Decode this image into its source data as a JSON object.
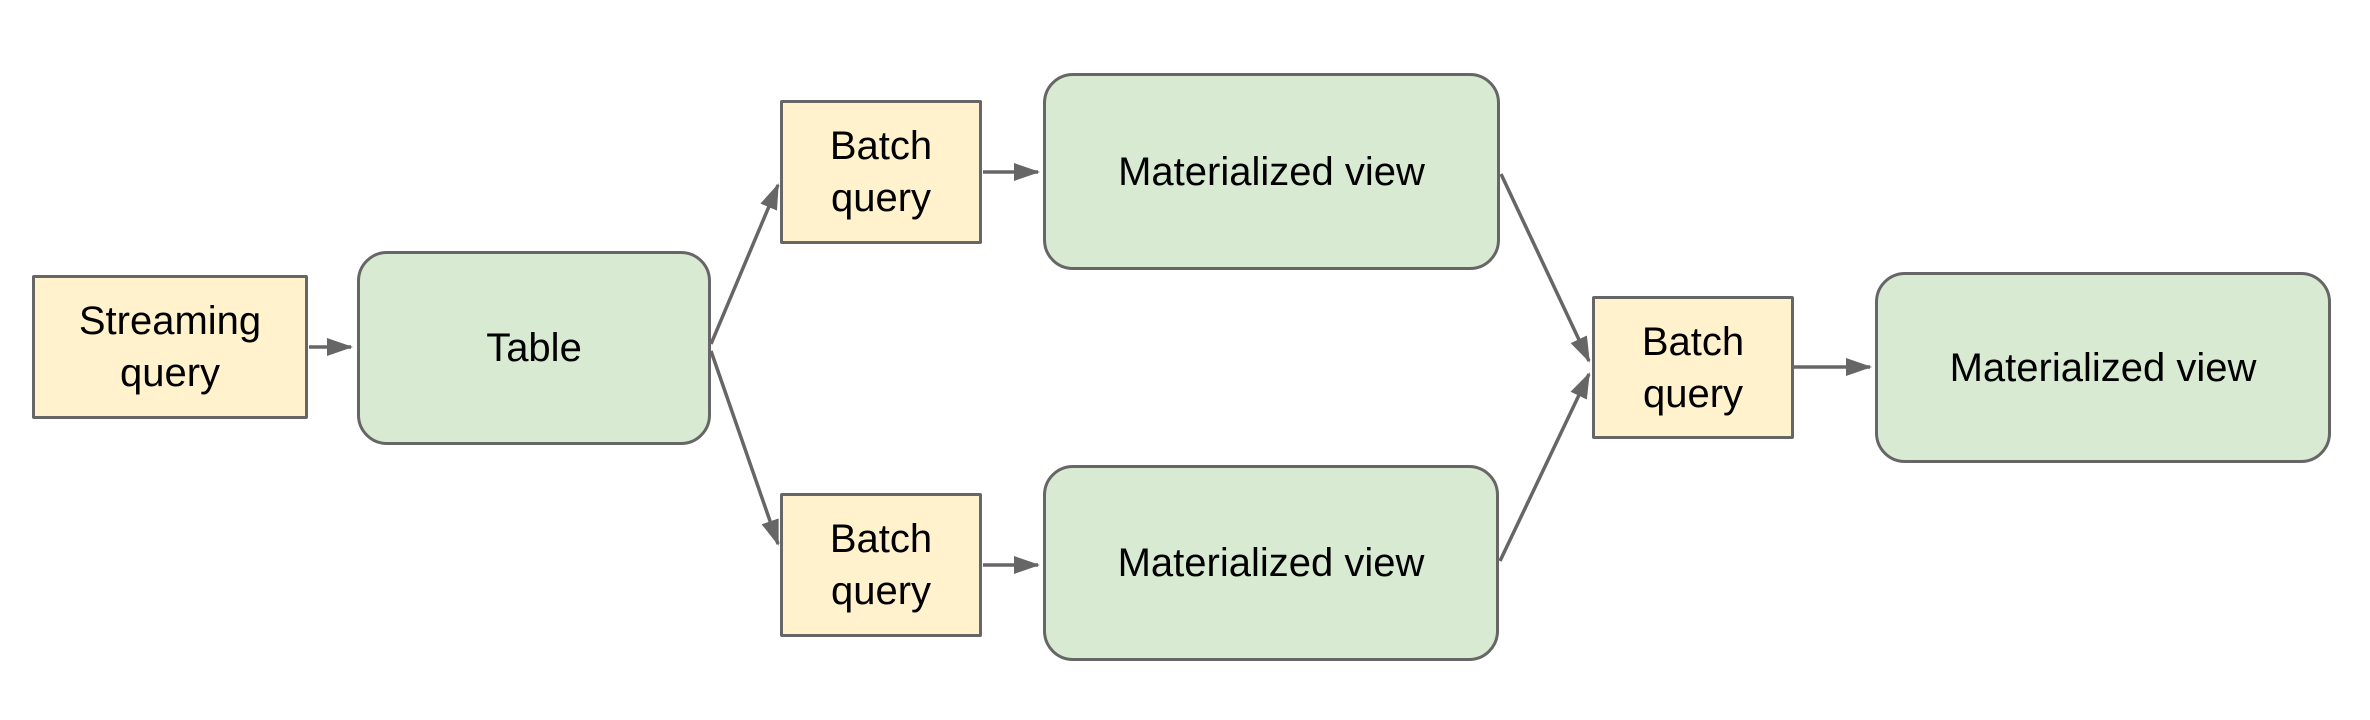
{
  "colors": {
    "query_node_fill": "#fff2cc",
    "view_node_fill": "#d9ead3",
    "node_border": "#666666",
    "arrow": "#666666",
    "text": "#000000",
    "background": "#ffffff"
  },
  "nodes": [
    {
      "id": "streaming-query",
      "label": "Streaming query",
      "kind": "query"
    },
    {
      "id": "table",
      "label": "Table",
      "kind": "view"
    },
    {
      "id": "batch-query-top",
      "label": "Batch query",
      "kind": "query"
    },
    {
      "id": "materialized-view-top",
      "label": "Materialized view",
      "kind": "view"
    },
    {
      "id": "batch-query-bottom",
      "label": "Batch query",
      "kind": "query"
    },
    {
      "id": "materialized-view-bottom",
      "label": "Materialized view",
      "kind": "view"
    },
    {
      "id": "batch-query-center",
      "label": "Batch query",
      "kind": "query"
    },
    {
      "id": "materialized-view-final",
      "label": "Materialized view",
      "kind": "view"
    }
  ],
  "edges": [
    {
      "from": "streaming-query",
      "to": "table"
    },
    {
      "from": "table",
      "to": "batch-query-top"
    },
    {
      "from": "table",
      "to": "batch-query-bottom"
    },
    {
      "from": "batch-query-top",
      "to": "materialized-view-top"
    },
    {
      "from": "batch-query-bottom",
      "to": "materialized-view-bottom"
    },
    {
      "from": "materialized-view-top",
      "to": "batch-query-center"
    },
    {
      "from": "materialized-view-bottom",
      "to": "batch-query-center"
    },
    {
      "from": "batch-query-center",
      "to": "materialized-view-final"
    }
  ]
}
